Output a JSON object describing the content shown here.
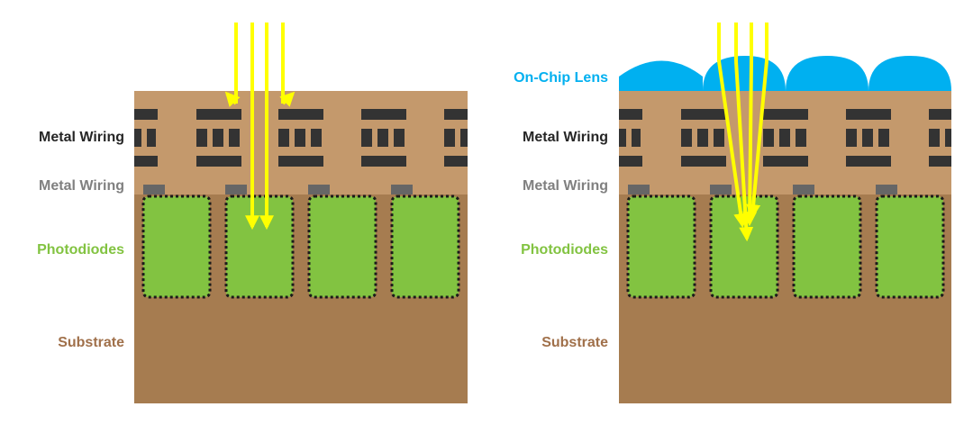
{
  "left_diagram": {
    "labels": {
      "metal_wiring_top": "Metal Wiring",
      "metal_wiring_bottom": "Metal Wiring",
      "photodiodes": "Photodiodes",
      "substrate": "Substrate"
    }
  },
  "right_diagram": {
    "labels": {
      "on_chip_lens": "On-Chip Lens",
      "metal_wiring_top": "Metal Wiring",
      "metal_wiring_bottom": "Metal Wiring",
      "photodiodes": "Photodiodes",
      "substrate": "Substrate"
    }
  },
  "colors": {
    "wiring_layer": "#c4996c",
    "substrate": "#a67c50",
    "metal_bar": "#333333",
    "contact": "#666666",
    "photodiode": "#82c341",
    "light_ray": "#ffff00",
    "lens": "#00b0f0",
    "label_dark": "#262626",
    "label_gray": "#808080",
    "label_green": "#82c341",
    "label_brown": "#a0704a",
    "label_blue": "#00b0f0"
  }
}
